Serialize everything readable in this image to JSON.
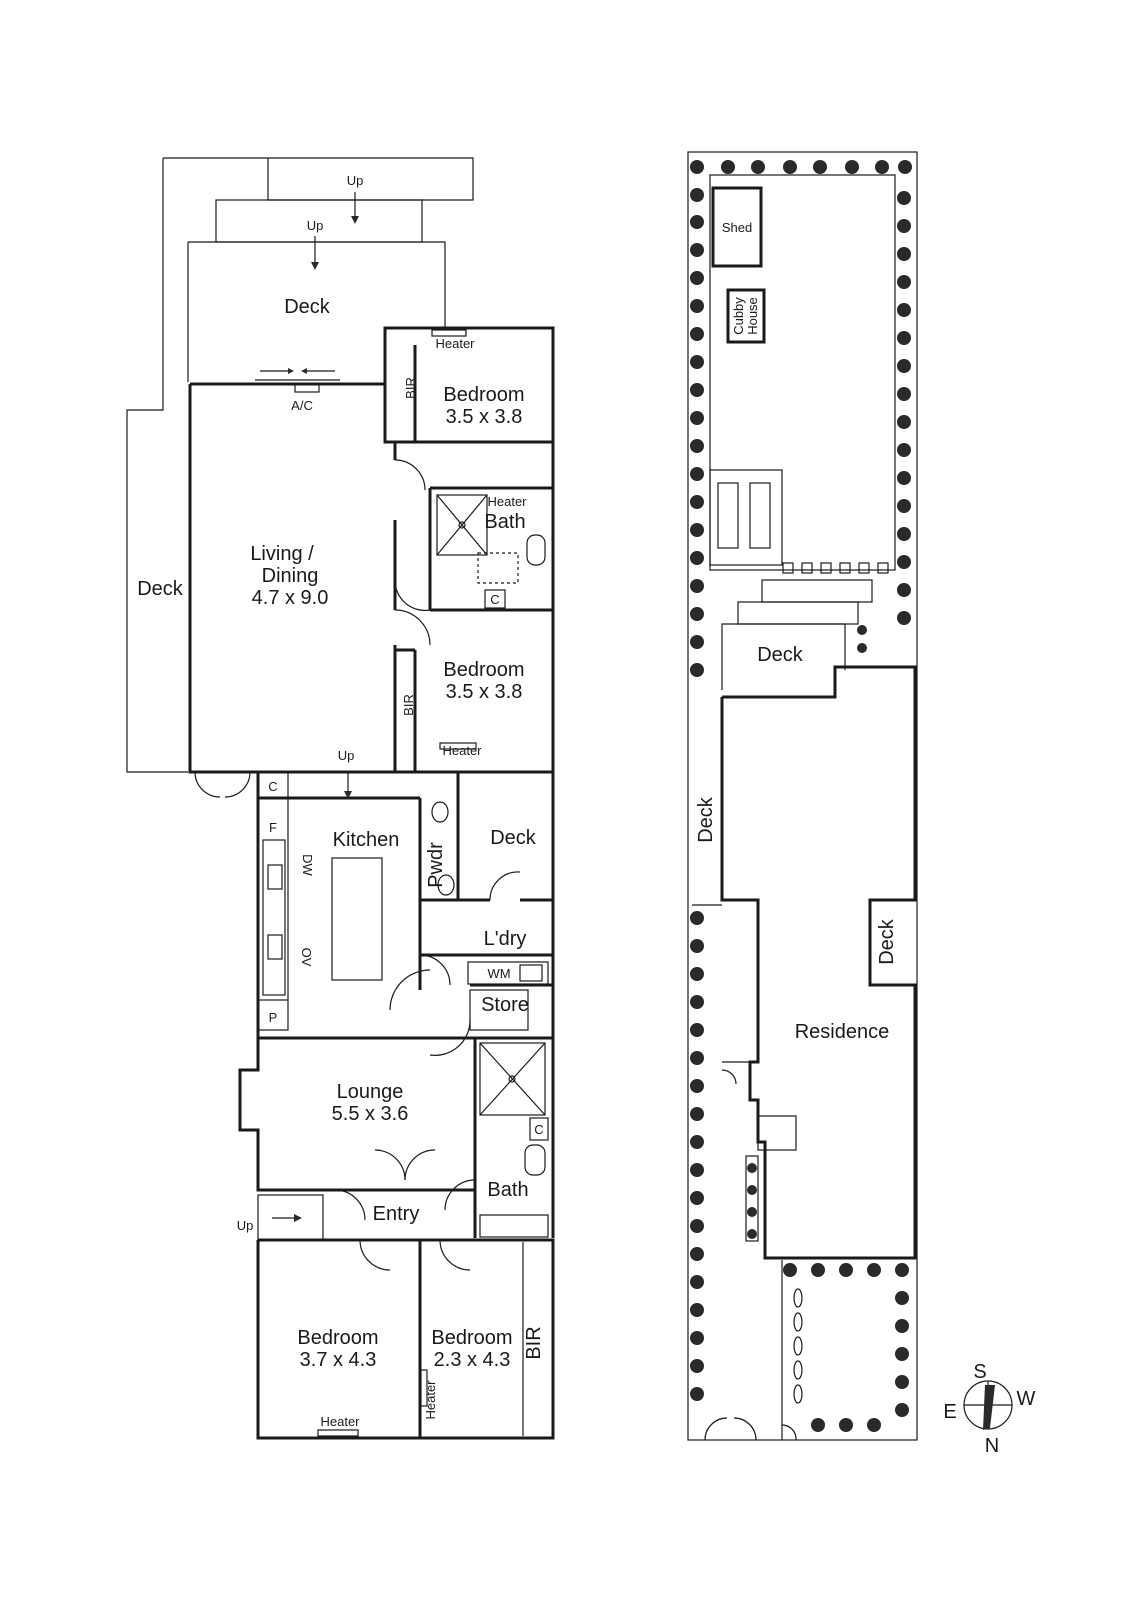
{
  "left_plan": {
    "deck_top": "Deck",
    "up_top_1": "Up",
    "up_top_2": "Up",
    "deck_side": "Deck",
    "ac": "A/C",
    "living": {
      "name": "Living /",
      "name2": "Dining",
      "dims": "4.7 x 9.0"
    },
    "bedroom_1": {
      "name": "Bedroom",
      "dims": "3.5 x 3.8",
      "heater": "Heater",
      "bir": "BIR"
    },
    "bath_upper": {
      "name": "Bath",
      "heater": "Heater",
      "c": "C"
    },
    "bedroom_2": {
      "name": "Bedroom",
      "dims": "3.5 x 3.8",
      "heater": "Heater",
      "bir": "BIR"
    },
    "up_mid": "Up",
    "kitchen": {
      "name": "Kitchen",
      "c": "C",
      "f": "F",
      "dw": "DW",
      "ov": "OV",
      "p": "P"
    },
    "pwdr": "Pwdr",
    "deck_mid": "Deck",
    "laundry": {
      "name": "L'dry",
      "wm": "WM"
    },
    "store": "Store",
    "lounge": {
      "name": "Lounge",
      "dims": "5.5 x 3.6"
    },
    "bath_lower": {
      "name": "Bath",
      "c": "C"
    },
    "entry": "Entry",
    "up_entry": "Up",
    "bedroom_3": {
      "name": "Bedroom",
      "dims": "3.7 x 4.3",
      "heater": "Heater"
    },
    "bedroom_4": {
      "name": "Bedroom",
      "dims": "2.3 x 4.3",
      "heater": "Heater",
      "bir": "BIR"
    }
  },
  "site_plan": {
    "shed": "Shed",
    "cubby_1": "Cubby",
    "cubby_2": "House",
    "deck_rear": "Deck",
    "deck_side": "Deck",
    "deck_inner": "Deck",
    "residence": "Residence"
  },
  "compass": {
    "s": "S",
    "w": "W",
    "e": "E",
    "n": "N"
  }
}
